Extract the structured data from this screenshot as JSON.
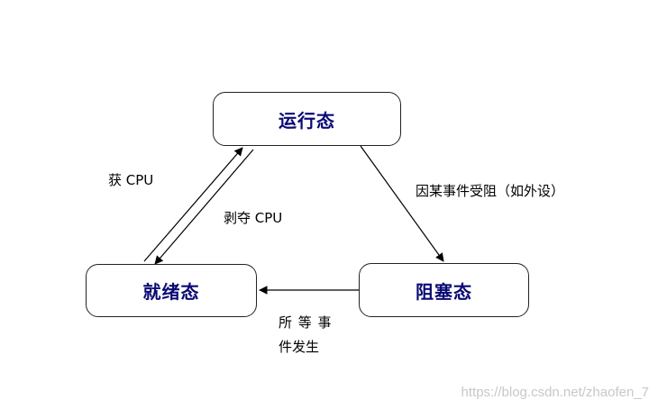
{
  "states": {
    "running": "运行态",
    "ready": "就绪态",
    "blocked": "阻塞态"
  },
  "edges": {
    "ready_to_running": "获 CPU",
    "running_to_ready": "剥夺 CPU",
    "running_to_blocked": "因某事件受阻（如外设）",
    "blocked_to_ready_line1": "所 等 事",
    "blocked_to_ready_line2": "件发生"
  },
  "watermark": "https://blog.csdn.net/zhaofen_7"
}
